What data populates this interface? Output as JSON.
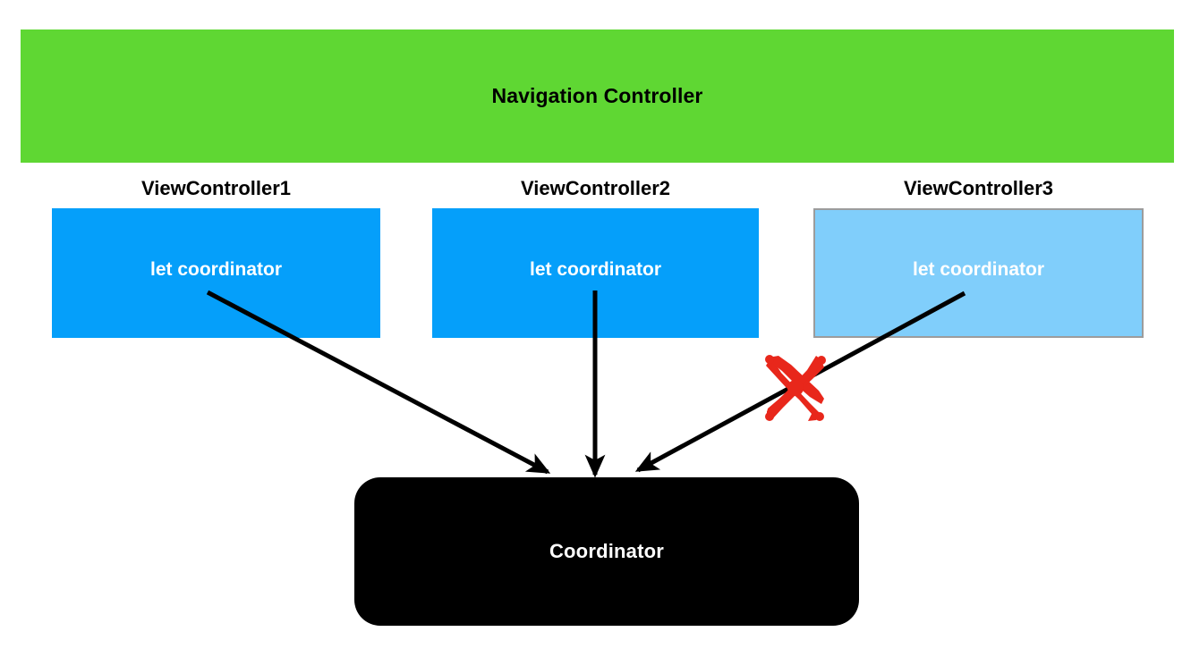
{
  "diagram": {
    "title": "Navigation Controller / Coordinator relationship diagram",
    "background_color": "#ffffff"
  },
  "nav_banner": {
    "label": "Navigation Controller",
    "fill_color": "#5FD733",
    "text_color": "#000000"
  },
  "view_controllers": [
    {
      "title": "ViewController1",
      "property_label": "let coordinator",
      "fill_color": "#059FFA",
      "text_color": "#ffffff",
      "border_color": "none",
      "connected": true
    },
    {
      "title": "ViewController2",
      "property_label": "let coordinator",
      "fill_color": "#059FFA",
      "text_color": "#ffffff",
      "border_color": "none",
      "connected": true
    },
    {
      "title": "ViewController3",
      "property_label": "let coordinator",
      "fill_color": "#80CEFB",
      "text_color": "#ffffff",
      "border_color": "#9c9c9c",
      "connected": false
    }
  ],
  "coordinator": {
    "label": "Coordinator",
    "fill_color": "#000000",
    "text_color": "#ffffff"
  },
  "annotations": {
    "cross_mark": {
      "name": "red-x-mark",
      "color": "#E8271B",
      "meaning": "connection-invalid"
    },
    "arrow_color": "#000000"
  }
}
